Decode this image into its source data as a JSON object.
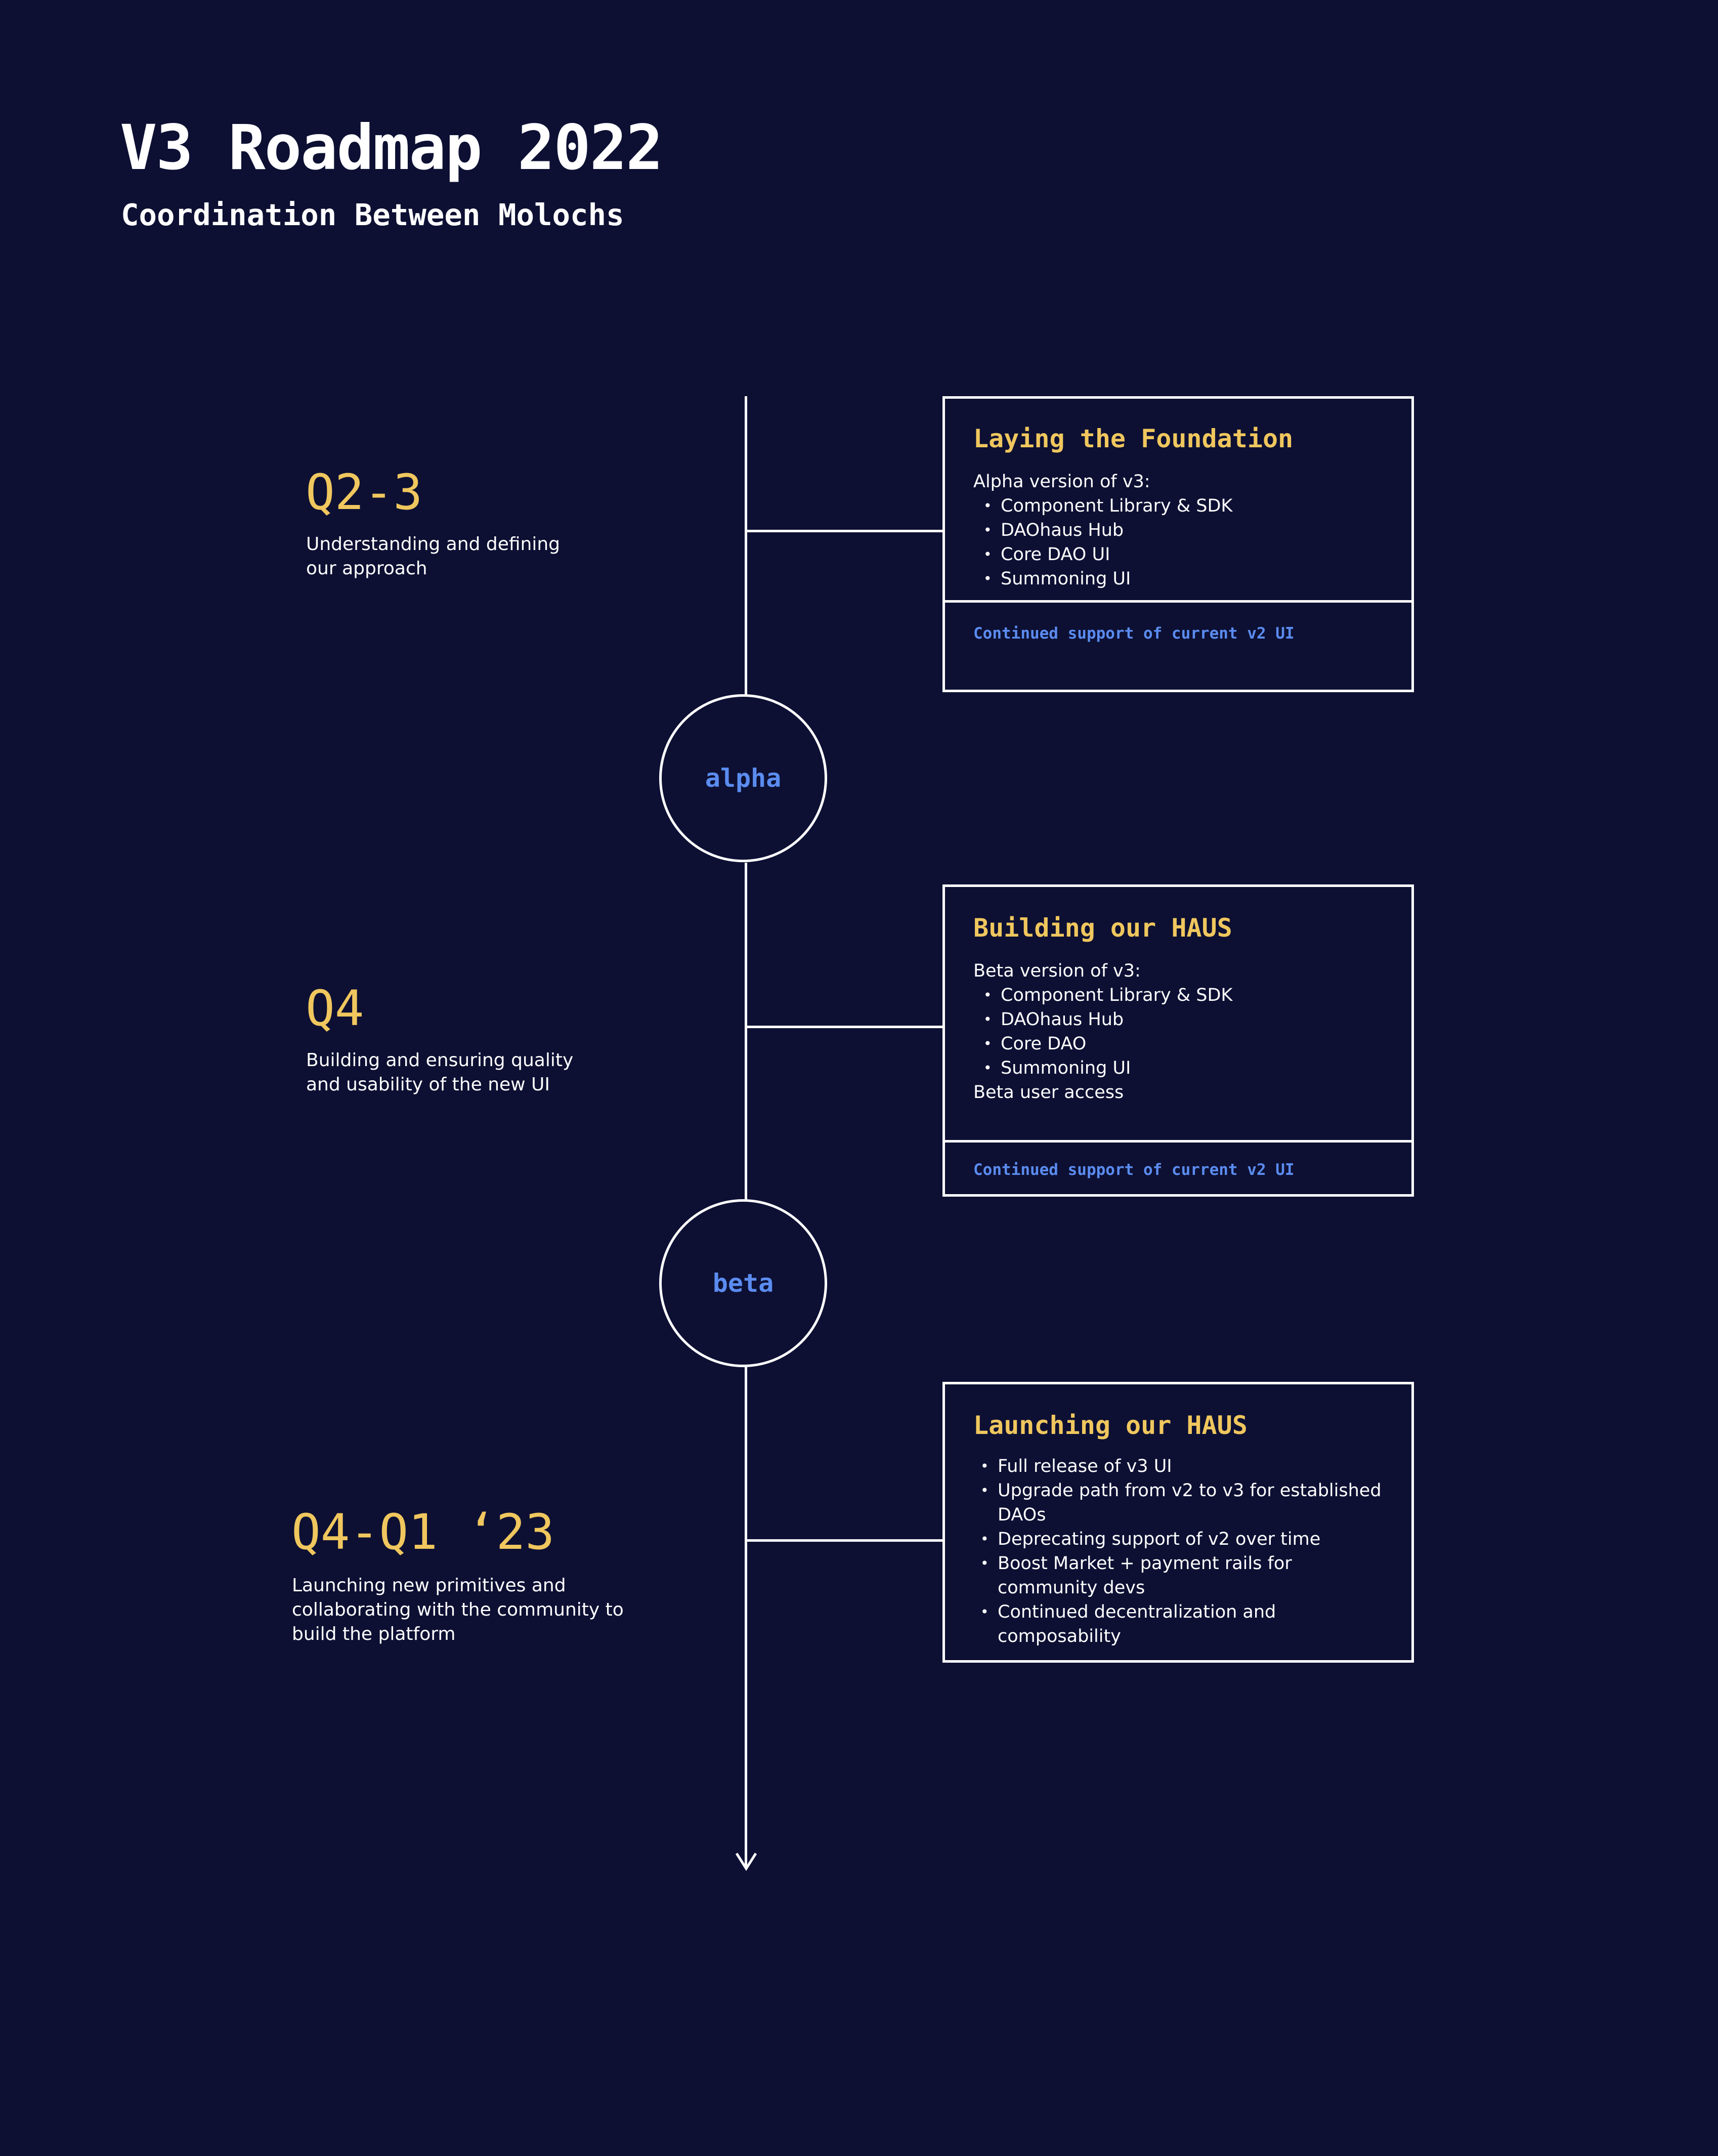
{
  "header": {
    "title": "V3 Roadmap 2022",
    "subtitle": "Coordination Between Molochs"
  },
  "phases": [
    {
      "period": "Q2-3",
      "description": "Understanding and defining our approach",
      "card": {
        "title": "Laying the Foundation",
        "intro": "Alpha version of v3:",
        "items": [
          "Component Library & SDK",
          "DAOhaus Hub",
          "Core DAO UI",
          "Summoning UI"
        ],
        "footer": "Continued support of current v2 UI"
      }
    },
    {
      "period": "Q4",
      "description": "Building and ensuring quality and usability of the new UI",
      "card": {
        "title": "Building our HAUS",
        "intro": "Beta version of v3:",
        "items": [
          "Component Library & SDK",
          "DAOhaus Hub",
          "Core DAO",
          "Summoning UI"
        ],
        "outro": "Beta user access",
        "footer": "Continued support of current v2 UI"
      }
    },
    {
      "period": "Q4-Q1 ‘23",
      "description": "Launching new primitives and collaborating with the community to build the platform",
      "card": {
        "title": "Launching our HAUS",
        "items": [
          "Full release of v3 UI",
          "Upgrade path from v2 to v3 for established DAOs",
          "Deprecating support of v2 over time",
          "Boost Market + payment rails for community devs",
          "Continued decentralization and composability"
        ]
      }
    }
  ],
  "milestones": [
    "alpha",
    "beta"
  ],
  "colors": {
    "background": "#0d1033",
    "accent_yellow": "#f0c75e",
    "accent_blue": "#5b8cf0",
    "line": "#ffffff"
  }
}
